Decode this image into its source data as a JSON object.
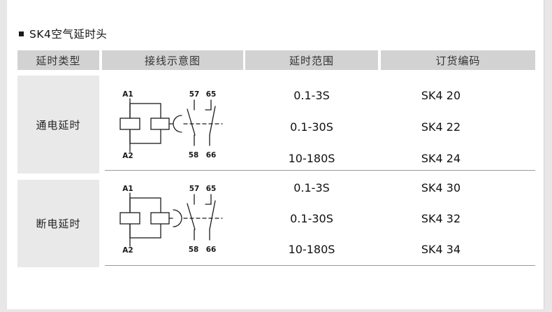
{
  "page": {
    "title": "SK4空气延时头"
  },
  "table": {
    "headers": [
      "延时类型",
      "接线示意图",
      "延时范围",
      "订货编码"
    ],
    "rows": [
      {
        "type": "通电延时",
        "diagram": {
          "kind": "on-delay-timed-contact-block",
          "delay_symbol": "semicircle-opening-right",
          "terminals": {
            "a1": "A1",
            "a2": "A2",
            "t57": "57",
            "t58": "58",
            "t65": "65",
            "t66": "66"
          }
        },
        "entries": [
          {
            "range": "0.1-3S",
            "code": "SK4 20"
          },
          {
            "range": "0.1-30S",
            "code": "SK4 22"
          },
          {
            "range": "10-180S",
            "code": "SK4 24"
          }
        ]
      },
      {
        "type": "断电延时",
        "diagram": {
          "kind": "off-delay-timed-contact-block",
          "delay_symbol": "semicircle-opening-left",
          "terminals": {
            "a1": "A1",
            "a2": "A2",
            "t57": "57",
            "t58": "58",
            "t65": "65",
            "t66": "66"
          }
        },
        "entries": [
          {
            "range": "0.1-3S",
            "code": "SK4 30"
          },
          {
            "range": "0.1-30S",
            "code": "SK4 32"
          },
          {
            "range": "10-180S",
            "code": "SK4 34"
          }
        ]
      }
    ]
  },
  "colors": {
    "page_edge": "#e7e7e7",
    "card_bg": "#ffffff",
    "header_bg": "#d2d2d2",
    "type_cell_bg": "#e9e9e9",
    "divider": "#999999",
    "diagram_line": "#1a1a1a"
  }
}
